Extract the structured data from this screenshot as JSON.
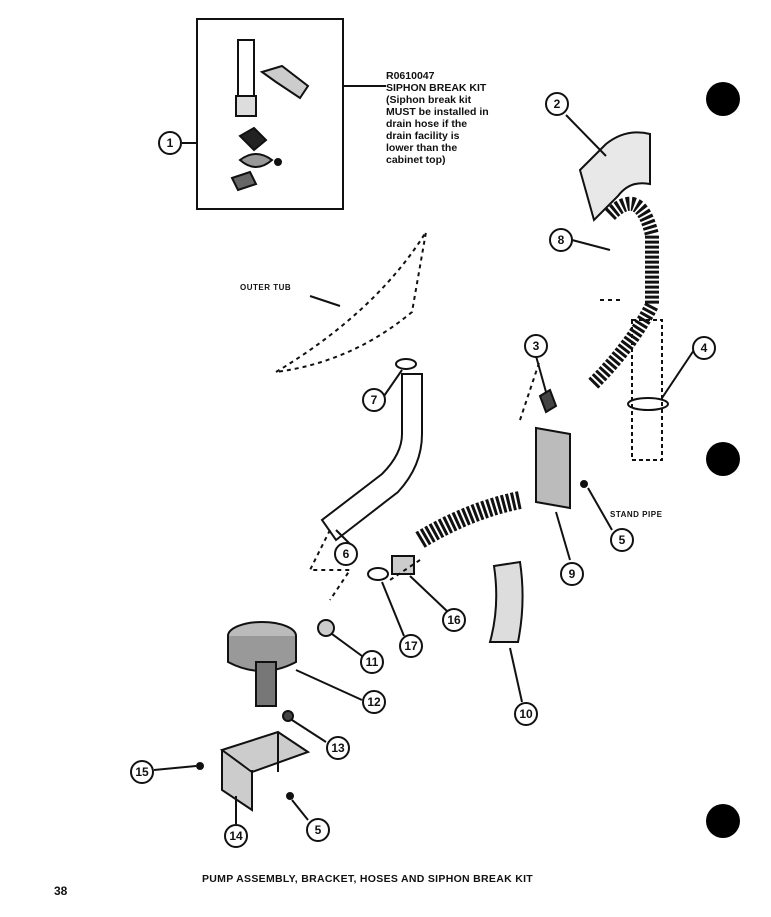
{
  "kit": {
    "part_number": "R0610047",
    "title": "SIPHON BREAK KIT",
    "note": "(Siphon break kit\nMUST be installed in\ndrain hose if the\ndrain facility is\nlower than the\ncabinet top)"
  },
  "labels": {
    "outer_tub": "OUTER TUB",
    "stand_pipe": "STAND PIPE"
  },
  "callouts": [
    "1",
    "2",
    "8",
    "3",
    "4",
    "7",
    "5",
    "6",
    "9",
    "17",
    "16",
    "11",
    "12",
    "10",
    "13",
    "15",
    "5",
    "14"
  ],
  "caption": "PUMP ASSEMBLY, BRACKET, HOSES AND SIPHON BREAK KIT",
  "page_number": "38"
}
